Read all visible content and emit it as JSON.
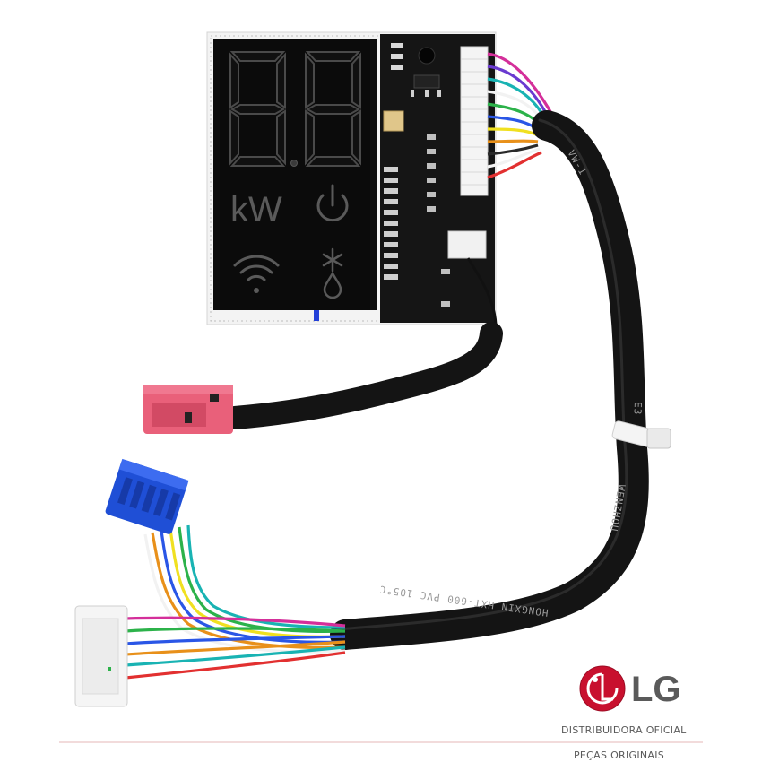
{
  "display": {
    "unit_label": "kW"
  },
  "cable": {
    "print_text": "HONGXIN HXT-600 PVC 105°C",
    "print_text_2": "WENZHOU",
    "print_text_3": "VW-1",
    "print_text_4": "E3"
  },
  "brand": {
    "name": "LG",
    "caption_1": "DISTRIBUIDORA OFICIAL",
    "caption_2": "PEÇAS ORIGINAIS",
    "logo_color": "#c8102e",
    "text_color": "#5a5a5a"
  }
}
